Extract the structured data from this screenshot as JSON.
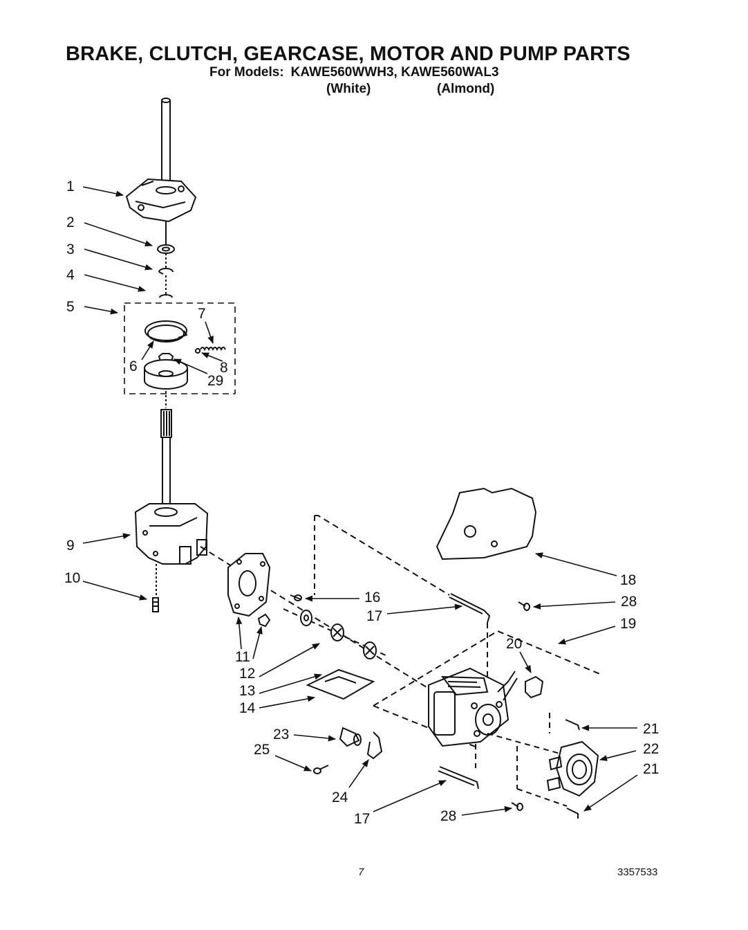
{
  "header": {
    "title": "BRAKE, CLUTCH, GEARCASE, MOTOR AND PUMP PARTS",
    "models_label": "For Models:",
    "models": "KAWE560WWH3, KAWE560WAL3",
    "color_white": "(White)",
    "color_almond": "(Almond)"
  },
  "callouts": [
    "1",
    "2",
    "3",
    "4",
    "5",
    "6",
    "7",
    "8",
    "29",
    "9",
    "10",
    "11",
    "12",
    "13",
    "14",
    "16",
    "17",
    "17",
    "18",
    "19",
    "20",
    "21",
    "21",
    "22",
    "23",
    "24",
    "25",
    "28",
    "28"
  ],
  "footer": {
    "page": "7",
    "doc_number": "3357533"
  }
}
